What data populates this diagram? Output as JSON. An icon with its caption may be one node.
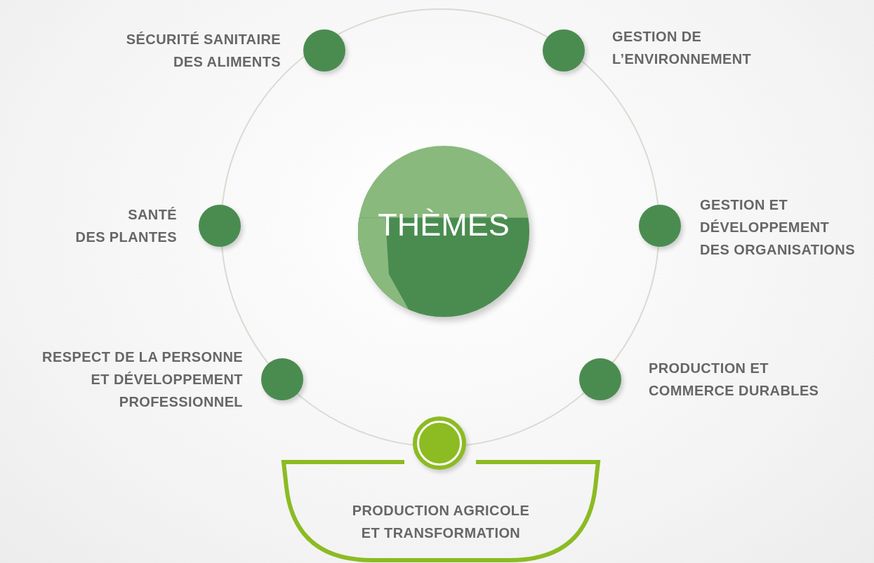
{
  "diagram": {
    "nodes": [
      {
        "text": [],
        "shape": "circle",
        "beside": [
          "SÉCURITÉ SANITAIRE DES ALIMENTS"
        ]
      },
      {
        "text": [],
        "shape": "circle",
        "beside": [
          "GESTION DE L’ENVIRONNEMENT"
        ]
      },
      {
        "text": [],
        "shape": "circle",
        "beside": [
          "SANTÉ DES PLANTES"
        ]
      },
      {
        "text": [
          "THÈMES"
        ]
      },
      {
        "text": [],
        "shape": "circle",
        "beside": [
          "GESTION ET DÉVELOPPEMENT DES ORGANISATIONS"
        ]
      },
      {
        "text": [],
        "shape": "circle",
        "beside": [
          "RESPECT DE LA PERSONNE ET DÉVELOPPEMENT PROFESSIONNEL"
        ]
      },
      {
        "text": [],
        "shape": "circle",
        "beside": [
          "PRODUCTION ET COMMERCE DURABLES"
        ]
      },
      {
        "text": [],
        "shape": "circle"
      },
      {
        "text": [
          "PRODUCTION AGRICOLE ET TRANSFORMATION"
        ]
      }
    ]
  }
}
